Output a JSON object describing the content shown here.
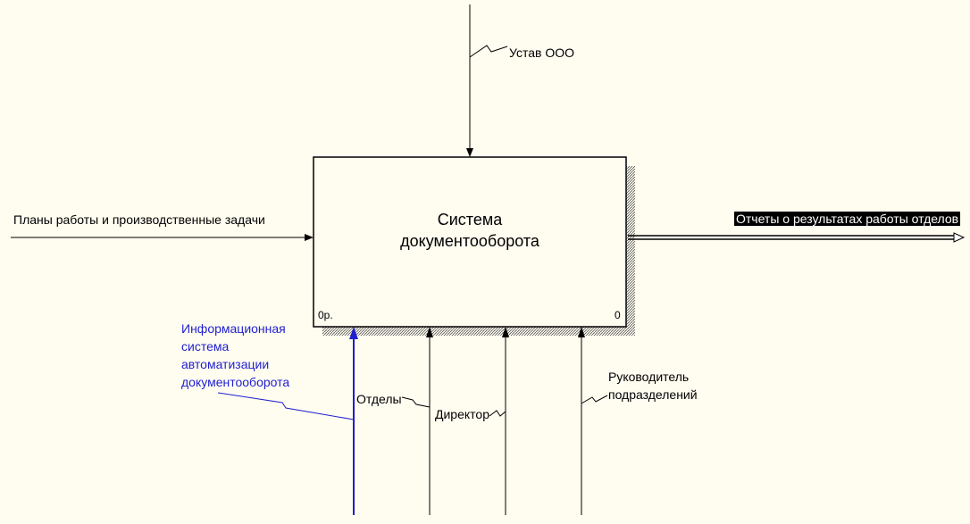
{
  "activity": {
    "title_line1": "Система",
    "title_line2": "документооборота",
    "node_label": "0р.",
    "node_number": "0"
  },
  "arrows": {
    "control": "Устав ООО",
    "input": "Планы работы и производственные задачи",
    "output": "Отчеты о результатах работы отделов",
    "mechanism_is": {
      "line1": "Информационная",
      "line2": "система",
      "line3": "автоматизации",
      "line4": "документооборота"
    },
    "mechanism_departments": "Отделы",
    "mechanism_director": "Директор",
    "mechanism_heads": {
      "line1": "Руководитель",
      "line2": "подразделений"
    }
  },
  "colors": {
    "background": "#fffcf0",
    "mechanism_highlight": "#1f1fd0"
  }
}
